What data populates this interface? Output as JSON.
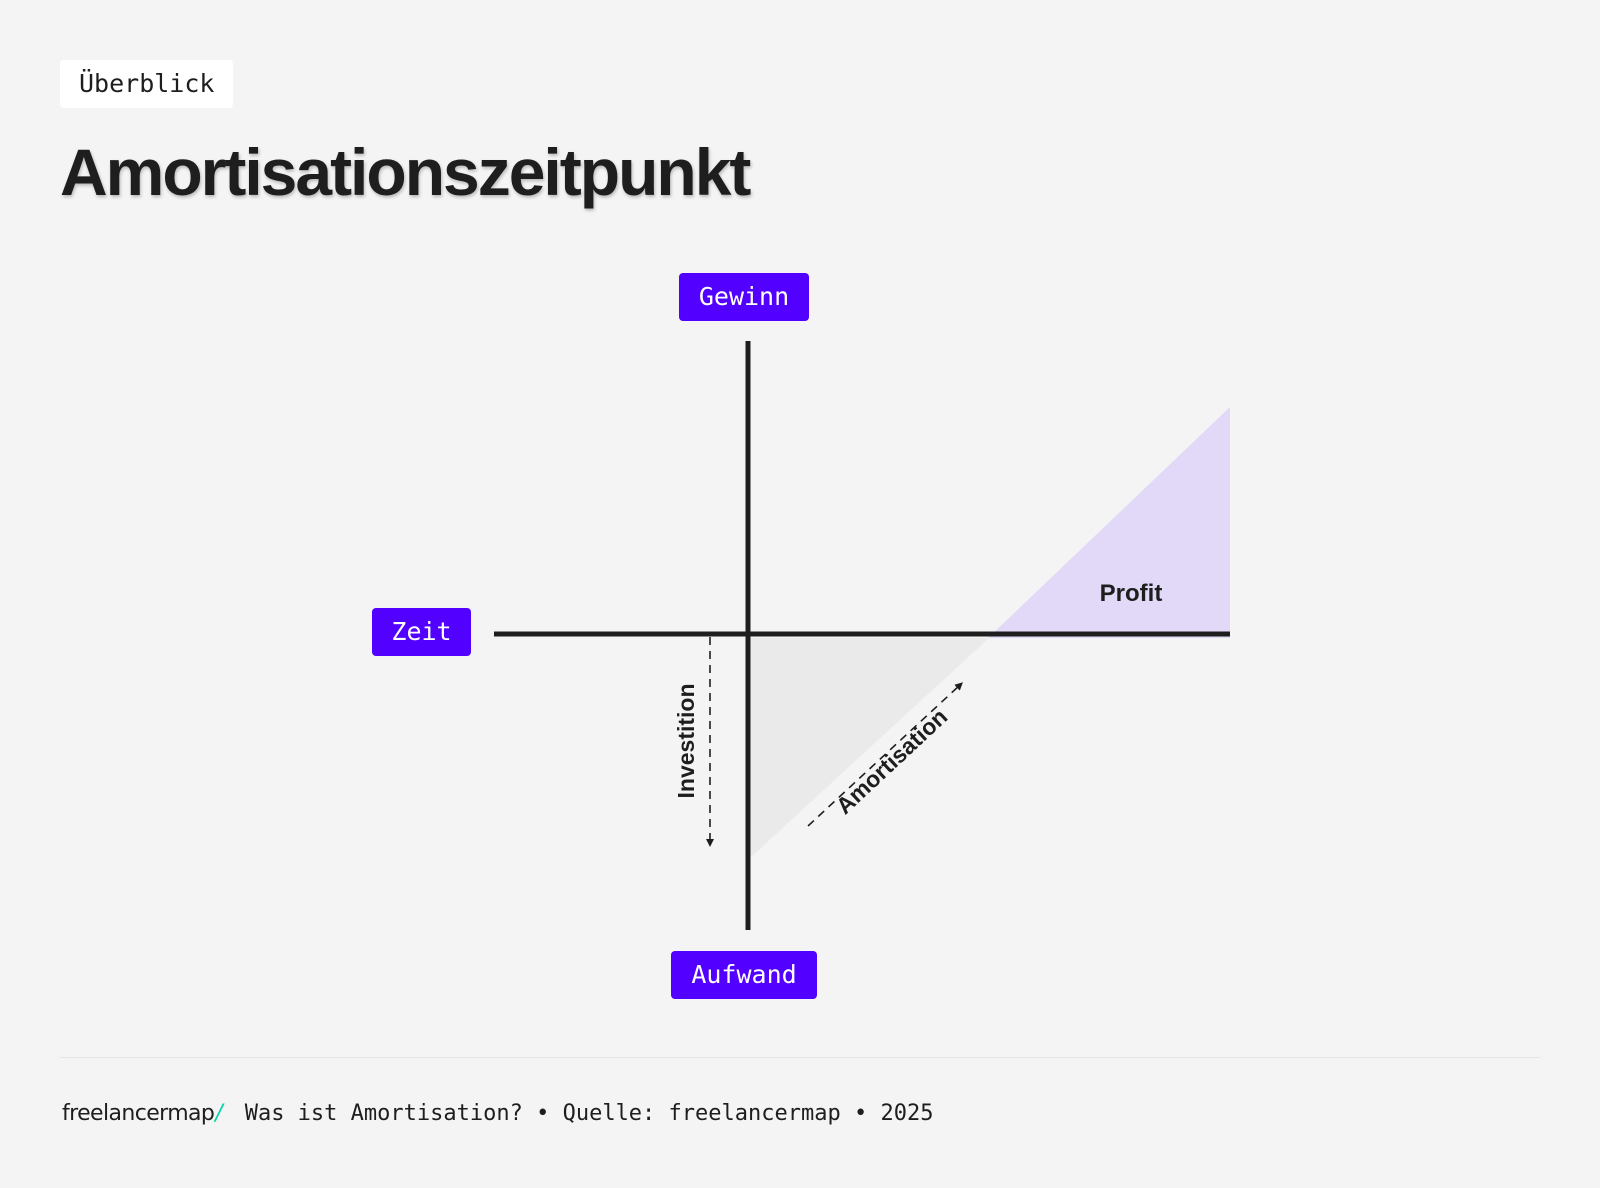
{
  "header": {
    "tag": "Überblick",
    "title": "Amortisationszeitpunkt"
  },
  "diagram": {
    "axes": {
      "top": "Gewinn",
      "left": "Zeit",
      "bottom": "Aufwand"
    },
    "labels": {
      "profit": "Profit",
      "investition": "Investition",
      "amortisation": "Amortisation"
    },
    "colors": {
      "badge": "#5200ff",
      "axis": "#1e1e1e",
      "profit_area": "#e1d9f7",
      "investment_area": "#eaeaea"
    }
  },
  "footer": {
    "logo": "freelancermap",
    "logo_slash": "/",
    "logo_slash_color": "#00d4a8",
    "text": "Was ist Amortisation? • Quelle: freelancermap • 2025"
  }
}
